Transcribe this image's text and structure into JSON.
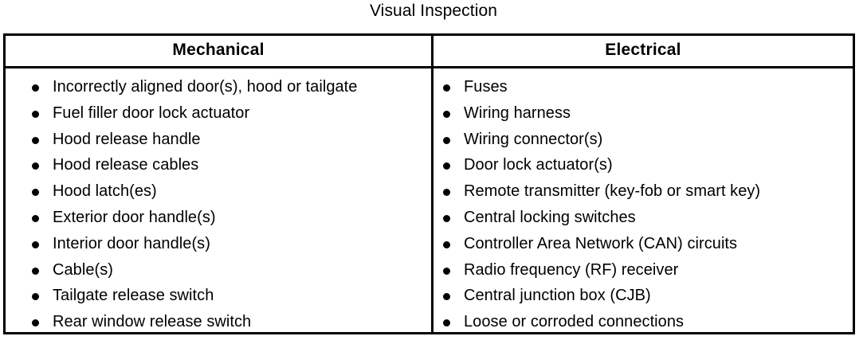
{
  "page": {
    "title": "Visual Inspection"
  },
  "table": {
    "columns": [
      {
        "header": "Mechanical",
        "items": [
          "Incorrectly aligned door(s), hood or tailgate",
          "Fuel filler door lock actuator",
          "Hood release handle",
          "Hood release cables",
          "Hood latch(es)",
          "Exterior door handle(s)",
          "Interior door handle(s)",
          "Cable(s)",
          "Tailgate release switch",
          "Rear window release switch"
        ]
      },
      {
        "header": "Electrical",
        "items": [
          "Fuses",
          "Wiring harness",
          "Wiring connector(s)",
          "Door lock actuator(s)",
          "Remote transmitter (key-fob or smart key)",
          "Central locking switches",
          "Controller Area Network (CAN) circuits",
          "Radio frequency (RF) receiver",
          "Central junction box (CJB)",
          "Loose or corroded connections"
        ]
      }
    ]
  },
  "style": {
    "text_color": "#000000",
    "background_color": "#ffffff",
    "border_color": "#000000"
  }
}
